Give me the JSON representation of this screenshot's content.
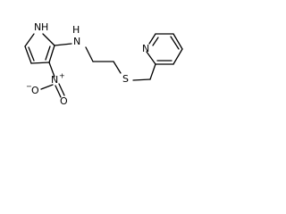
{
  "molecule": {
    "atoms": {
      "pyrrole_nh": {
        "label": "N",
        "h": "H"
      },
      "amine_n": {
        "label": "N",
        "h": "H"
      },
      "nitro_n": {
        "label": "N",
        "charge": "+"
      },
      "nitro_o_single": {
        "label": "O",
        "charge": "−"
      },
      "nitro_o_double": {
        "label": "O"
      },
      "thioether_s": {
        "label": "S"
      },
      "pyridine_n": {
        "label": "N"
      }
    },
    "colors": {
      "bond": "#000000",
      "text": "#000000",
      "background": "#ffffff"
    }
  }
}
